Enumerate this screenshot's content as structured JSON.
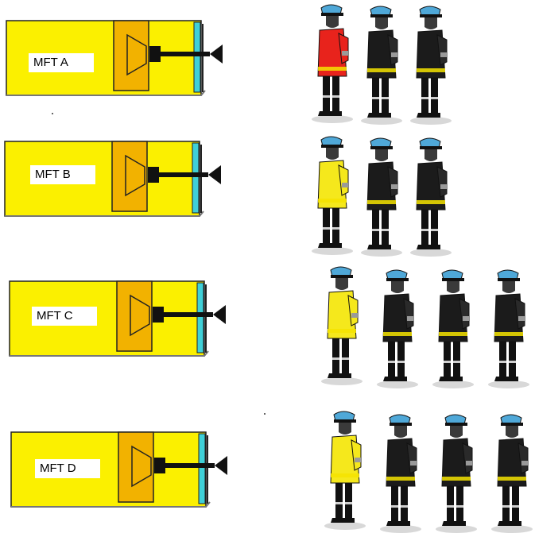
{
  "units": [
    {
      "label": "MFT A",
      "body_color": "#fbf000",
      "leader_color": "#e8231c",
      "crew_count": 3
    },
    {
      "label": "MFT B",
      "body_color": "#fbf000",
      "leader_color": "#f5e81c",
      "crew_count": 3
    },
    {
      "label": "MFT C",
      "body_color": "#fbf000",
      "leader_color": "#f5e81c",
      "crew_count": 4
    },
    {
      "label": "MFT D",
      "body_color": "#fbf000",
      "leader_color": "#f5e81c",
      "crew_count": 4
    }
  ],
  "colors": {
    "truck_body": "#fbf000",
    "truck_cab": "#f2b200",
    "truck_edge": "#3fd0d8",
    "crew_coat": "#1b1b1b",
    "helmet": "#4fa8d8",
    "reflective": "#f5e300"
  }
}
